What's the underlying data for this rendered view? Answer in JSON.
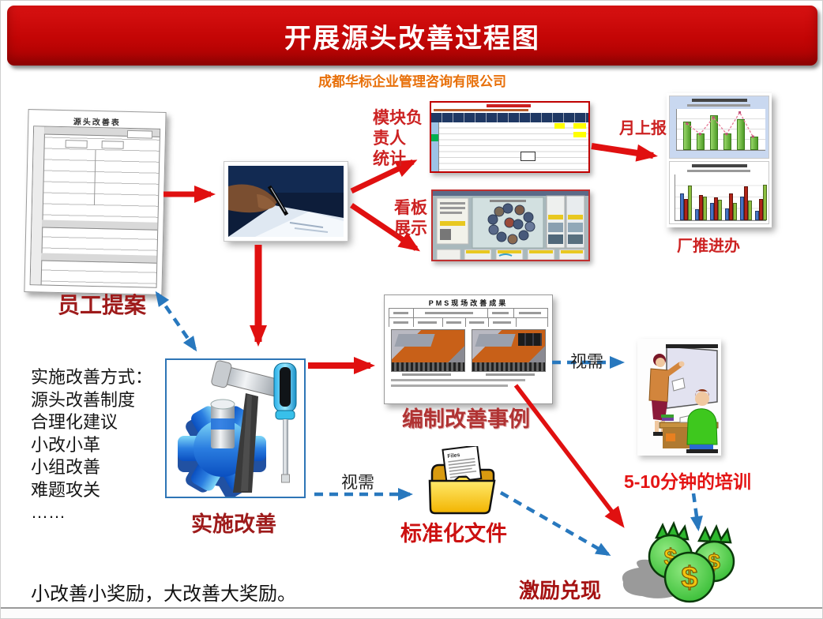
{
  "slide": {
    "title": "开展源头改善过程图",
    "company": "成都华标企业管理咨询有限公司",
    "bottom_note": "小改善小奖励，大改善大奖励。"
  },
  "labels": {
    "employee_proposal": "员工提案",
    "module_stats_line1": "模块负",
    "module_stats_line2": "责人",
    "module_stats_line3": "统计",
    "kanban_line1": "看板",
    "kanban_line2": "展示",
    "monthly_report": "月上报",
    "factory_office": "厂推进办",
    "implement": "实施改善",
    "case_compile": "编制改善事例",
    "as_needed_top": "视需",
    "as_needed_bottom": "视需",
    "training": "5-10分钟的培训",
    "standard_docs": "标准化文件",
    "incentive": "激励兑现"
  },
  "method_list": {
    "l0": "实施改善方式：",
    "l1": "源头改善制度",
    "l2": "合理化建议",
    "l3": "小改小革",
    "l4": "小组改善",
    "l5": "难题攻关",
    "l6": "……"
  },
  "documents": {
    "proposal_form_title": "源头改善表",
    "case_doc_title": "PMS现场改善成果",
    "folder_doc_text": "Files",
    "money_symbol": "$"
  },
  "colors": {
    "banner_red": "#C00000",
    "accent_orange": "#E8700A",
    "arrow_red": "#E01010",
    "arrow_blue": "#2878BE",
    "label_red": "#CC2222",
    "label_maroon": "#9E1B1B"
  },
  "chart_data": [
    {
      "type": "bar",
      "categories": [
        "",
        "",
        "",
        "",
        "",
        ""
      ],
      "values": [
        72,
        42,
        88,
        42,
        78,
        35
      ],
      "line_values": [
        70,
        42,
        86,
        42,
        100,
        35
      ],
      "bar_color": "#6FBE44",
      "line_color": "#E8809C",
      "plot_bg": "#C9D8F0",
      "title": "",
      "xlabel": "",
      "ylabel": "",
      "ylim": [
        0,
        100
      ]
    },
    {
      "type": "bar",
      "categories": [
        "",
        "",
        "",
        "",
        "",
        ""
      ],
      "series": [
        {
          "name": "series-blue",
          "color": "#4472C4",
          "values": [
            62,
            25,
            40,
            28,
            55,
            22
          ]
        },
        {
          "name": "series-red",
          "color": "#B02418",
          "values": [
            50,
            58,
            52,
            62,
            78,
            50
          ]
        },
        {
          "name": "series-green",
          "color": "#8CBF3F",
          "values": [
            80,
            55,
            48,
            40,
            45,
            82
          ]
        }
      ],
      "title": "",
      "xlabel": "",
      "ylabel": "",
      "ylim": [
        0,
        100
      ]
    }
  ]
}
